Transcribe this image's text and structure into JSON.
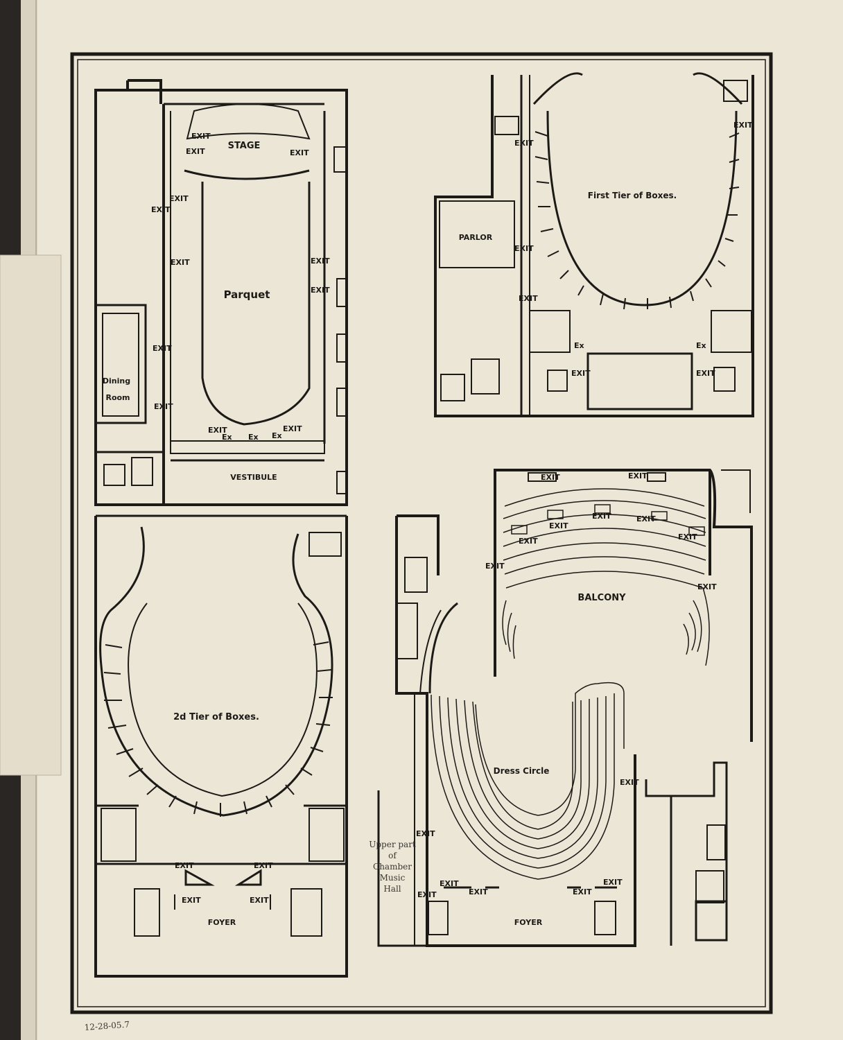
{
  "plans": {
    "parquet": {
      "title": "Parquet",
      "stage": "STAGE",
      "vestibule": "VESTIBULE",
      "dining_line1": "Dining",
      "dining_line2": "Room",
      "exit": "EXIT",
      "ex": "Ex"
    },
    "first_tier": {
      "title": "First Tier of Boxes.",
      "parlor": "PARLOR",
      "exit": "EXIT",
      "ex": "Ex"
    },
    "second_tier": {
      "title": "2d Tier of Boxes.",
      "foyer": "FOYER",
      "exit": "EXIT"
    },
    "balcony": {
      "title": "BALCONY",
      "exit": "EXIT"
    },
    "dress_circle": {
      "title": "Dress Circle",
      "foyer": "FOYER",
      "exit": "EXIT",
      "note_line1": "Upper part",
      "note_line2": "of",
      "note_line3": "Chamber",
      "note_line4": "Music",
      "note_line5": "Hall"
    }
  },
  "handwritten_date": "12-28-05.7",
  "colors": {
    "paper": "#ece6d6",
    "ink": "#1c1a17",
    "background": "#2a2624"
  }
}
